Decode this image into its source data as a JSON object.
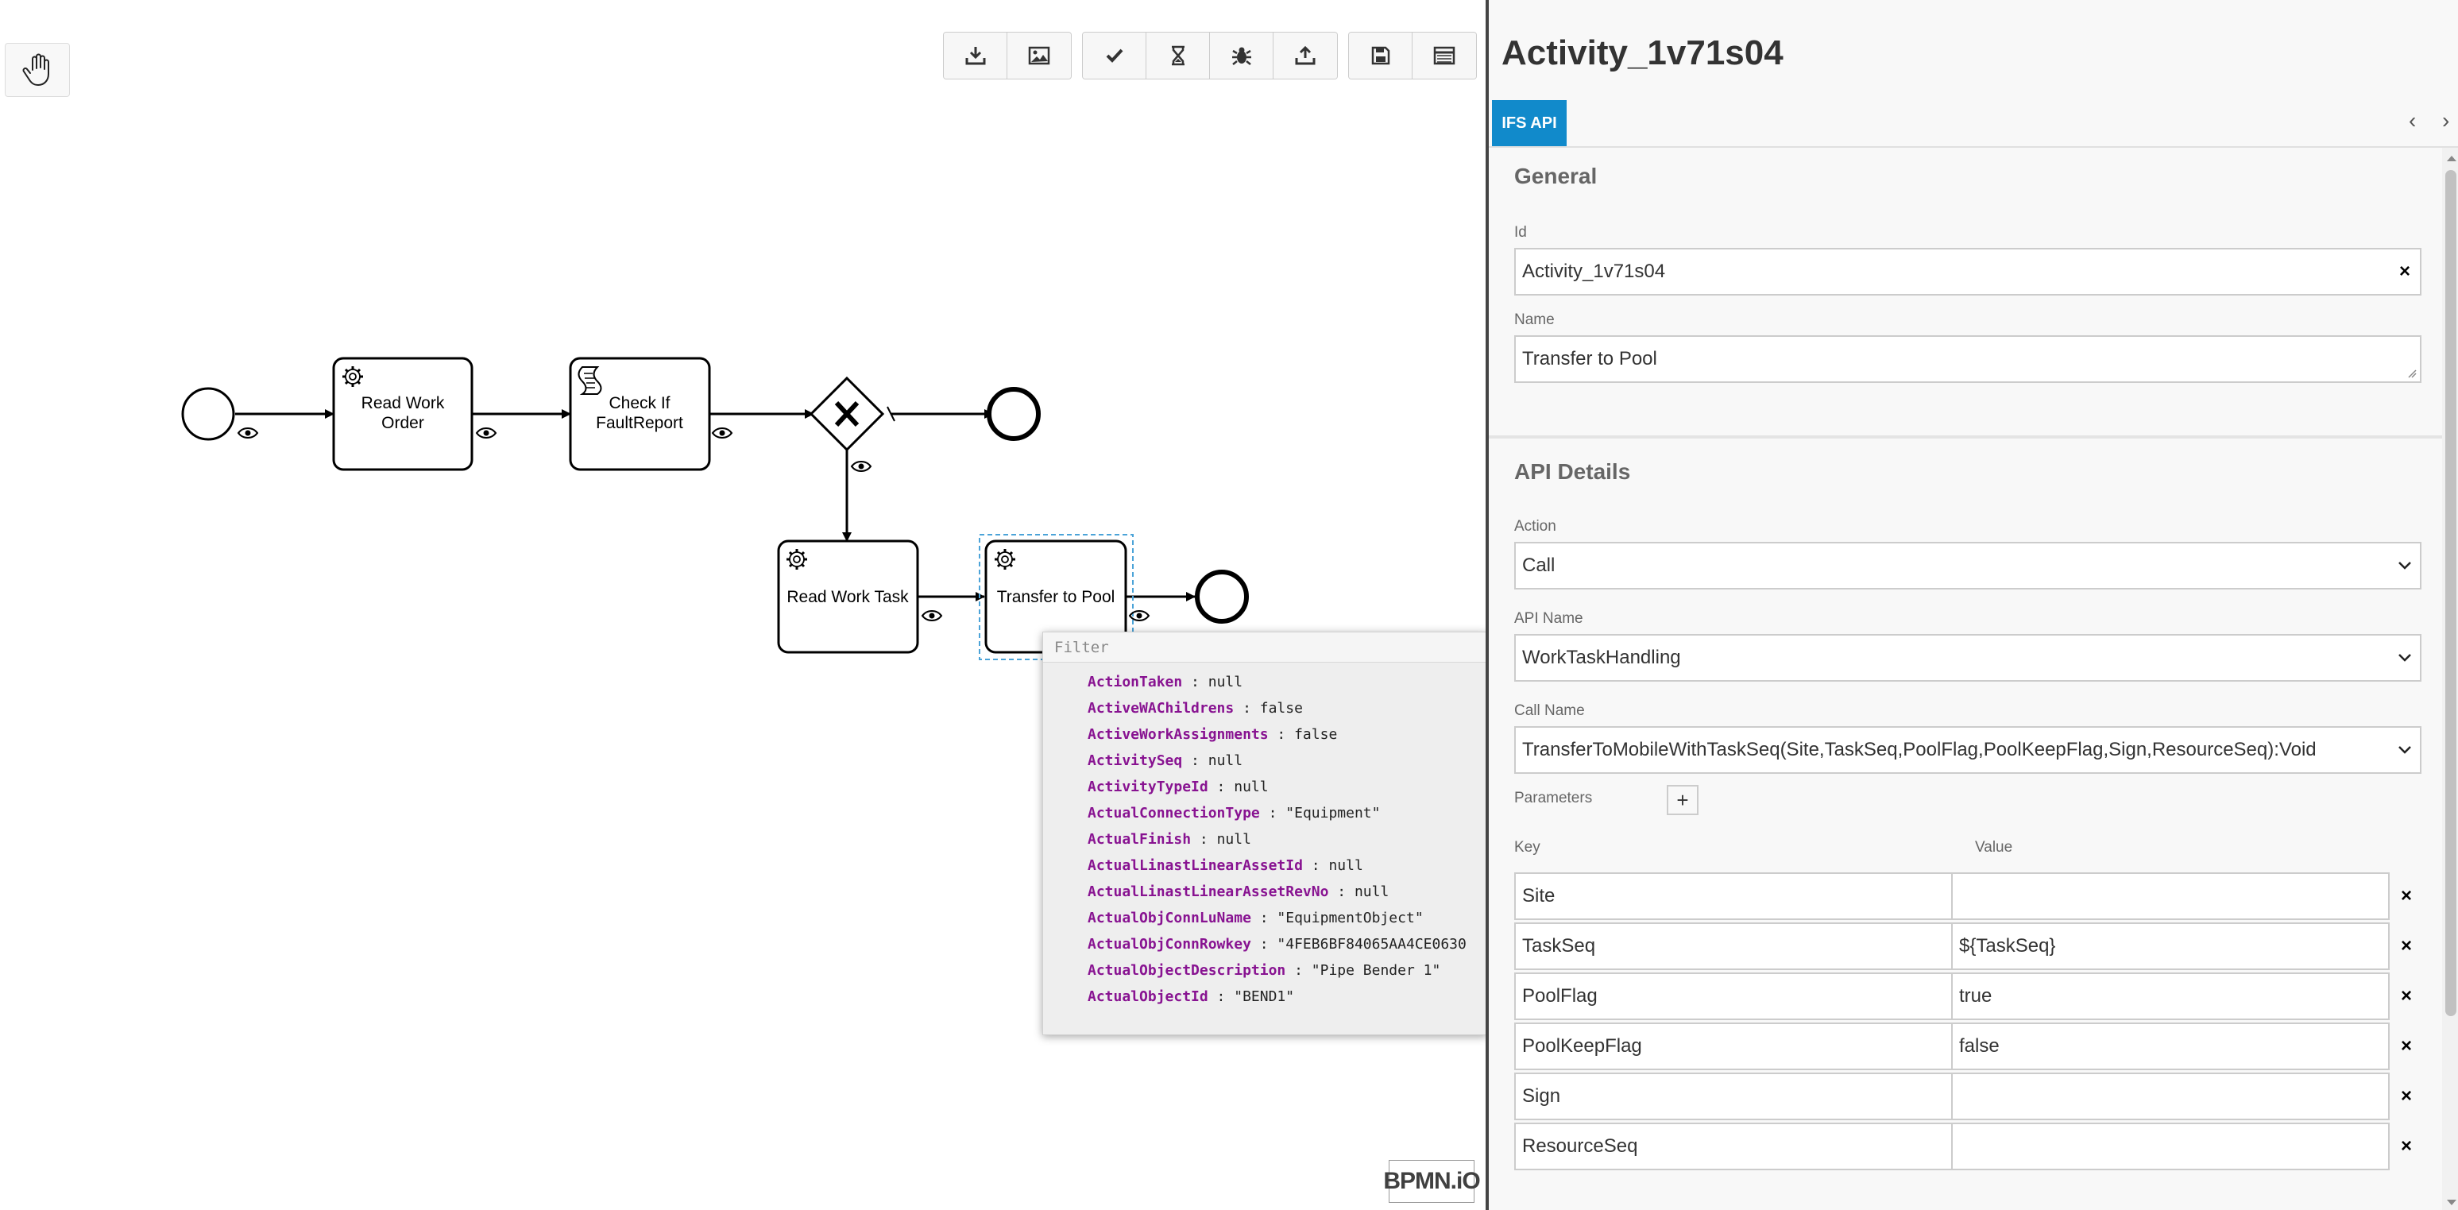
{
  "toolbar": {
    "hand_tool_icon": "hand-icon",
    "group1": [
      "download-icon",
      "image-icon"
    ],
    "group2": [
      "check-icon",
      "hourglass-icon",
      "bug-icon",
      "upload-icon"
    ],
    "group3": [
      "save-icon",
      "table-icon"
    ]
  },
  "diagram": {
    "tasks": {
      "read_work_order": [
        "Read Work",
        "Order"
      ],
      "check_fault": [
        "Check If",
        "FaultReport"
      ],
      "read_work_task": "Read Work Task",
      "transfer_to_pool": "Transfer to Pool"
    }
  },
  "inspector": {
    "filter_placeholder": "Filter",
    "rows": [
      {
        "key": "ActionTaken",
        "value": "null"
      },
      {
        "key": "ActiveWAChildrens",
        "value": "false"
      },
      {
        "key": "ActiveWorkAssignments",
        "value": "false"
      },
      {
        "key": "ActivitySeq",
        "value": "null"
      },
      {
        "key": "ActivityTypeId",
        "value": "null"
      },
      {
        "key": "ActualConnectionType",
        "value": "\"Equipment\""
      },
      {
        "key": "ActualFinish",
        "value": "null"
      },
      {
        "key": "ActualLinastLinearAssetId",
        "value": "null"
      },
      {
        "key": "ActualLinastLinearAssetRevNo",
        "value": "null"
      },
      {
        "key": "ActualObjConnLuName",
        "value": "\"EquipmentObject\""
      },
      {
        "key": "ActualObjConnRowkey",
        "value": "\"4FEB6BF84065AA4CE0630"
      },
      {
        "key": "ActualObjectDescription",
        "value": "\"Pipe Bender 1\""
      },
      {
        "key": "ActualObjectId",
        "value": "\"BEND1\""
      }
    ]
  },
  "logo": "BPMN.iO",
  "panel": {
    "title": "Activity_1v71s04",
    "tab": "IFS API",
    "prev_arrow": "‹",
    "next_arrow": "›",
    "general": {
      "title": "General",
      "id_label": "Id",
      "id_value": "Activity_1v71s04",
      "name_label": "Name",
      "name_value": "Transfer to Pool"
    },
    "api": {
      "title": "API Details",
      "action_label": "Action",
      "action_value": "Call",
      "api_name_label": "API Name",
      "api_name_value": "WorkTaskHandling",
      "call_name_label": "Call Name",
      "call_name_value": "TransferToMobileWithTaskSeq(Site,TaskSeq,PoolFlag,PoolKeepFlag,Sign,ResourceSeq):Void",
      "parameters_label": "Parameters",
      "add_label": "+",
      "key_header": "Key",
      "value_header": "Value",
      "params": [
        {
          "key": "Site",
          "value": ""
        },
        {
          "key": "TaskSeq",
          "value": "${TaskSeq}"
        },
        {
          "key": "PoolFlag",
          "value": "true"
        },
        {
          "key": "PoolKeepFlag",
          "value": "false"
        },
        {
          "key": "Sign",
          "value": ""
        },
        {
          "key": "ResourceSeq",
          "value": ""
        }
      ],
      "delete_label": "×"
    }
  }
}
